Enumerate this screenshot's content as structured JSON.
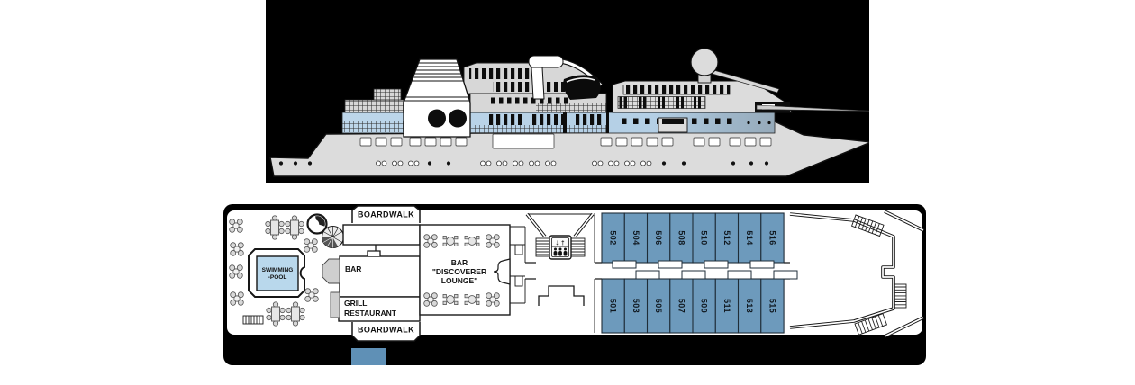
{
  "deck_plan": {
    "boardwalk_top_label": "BOARDWALK",
    "boardwalk_bottom_label": "BOARDWALK",
    "pool": {
      "label_line1": "SWIMMING",
      "label_line2": "-POOL",
      "color": "#b9d8ec"
    },
    "bar": {
      "label": "BAR"
    },
    "grill": {
      "label_line1": "GRILL",
      "label_line2": "RESTAURANT"
    },
    "lounge": {
      "label_line1": "BAR",
      "label_line2": "\"DISCOVERER",
      "label_line3": "LOUNGE\""
    },
    "cabins_top": [
      "502",
      "504",
      "506",
      "508",
      "510",
      "512",
      "514",
      "516"
    ],
    "cabins_bottom": [
      "501",
      "503",
      "505",
      "507",
      "509",
      "511",
      "513",
      "515"
    ],
    "cabin_color": "#6d9abc",
    "legend_swatch_color": "#5f90b6",
    "icons": [
      "elevator-icon",
      "stairs-icon",
      "spiral-staircase-icon",
      "jacuzzi-icon",
      "table-icon",
      "ladder-icon",
      "sun-loungers-icon"
    ]
  },
  "ship_profile": {
    "highlight_band_color": "#b6d0e6",
    "hull_color": "#dcdcdc",
    "background_color": "#000000"
  }
}
